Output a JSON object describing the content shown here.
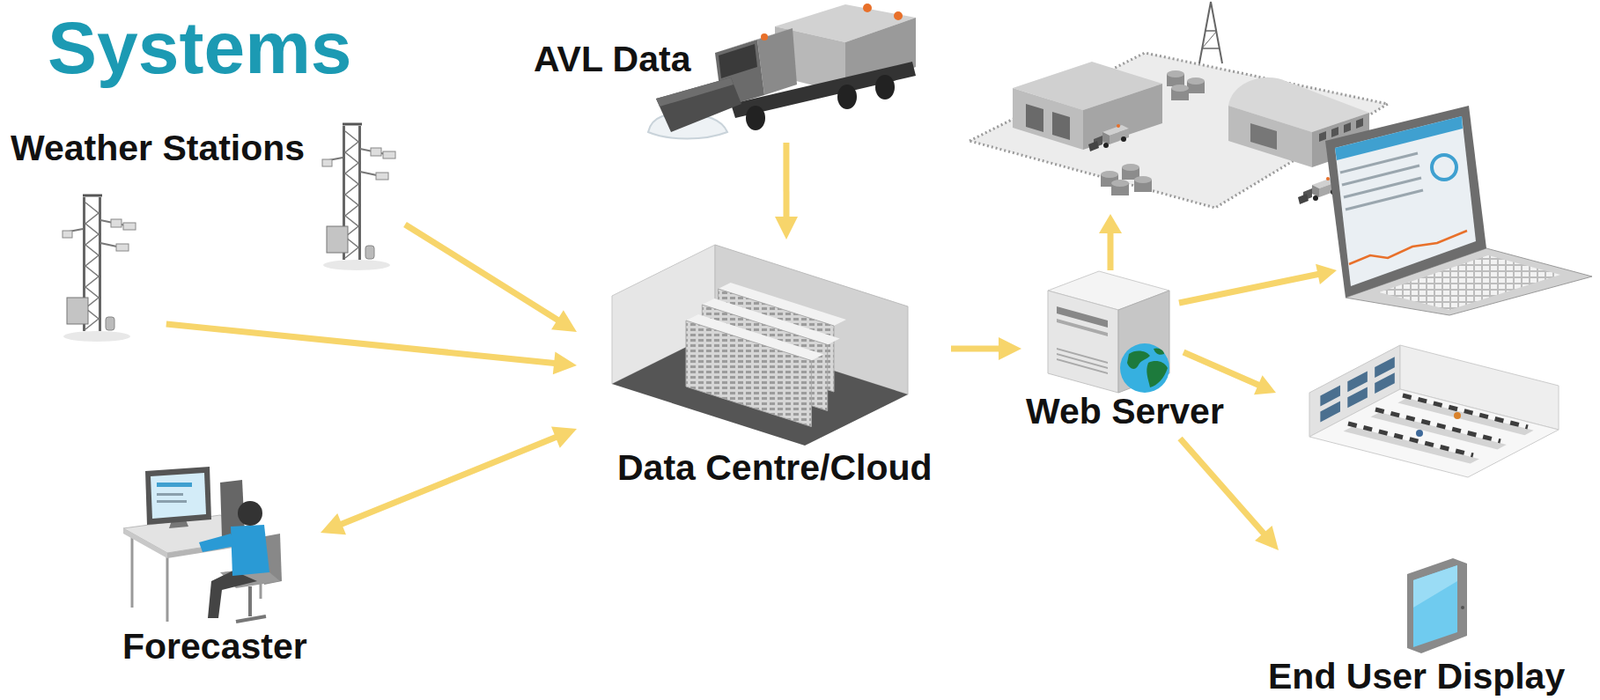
{
  "diagram": {
    "title": "Systems",
    "nodes": [
      {
        "text": [
          "Weather Stations"
        ]
      },
      {
        "text": [
          "AVL Data"
        ]
      },
      {
        "text": [
          "Data Centre/Cloud"
        ]
      },
      {
        "text": [
          "Web Server"
        ]
      },
      {
        "text": [
          "Forecaster"
        ]
      },
      {
        "text": [
          "End User Display"
        ]
      }
    ],
    "edges": [
      {
        "from": 0,
        "to": 2,
        "arrow": "to"
      },
      {
        "from": 0,
        "to": 2,
        "arrow": "to"
      },
      {
        "from": 1,
        "to": 2,
        "arrow": "to"
      },
      {
        "from": 2,
        "to": 4,
        "arrow": "both"
      },
      {
        "from": 2,
        "to": 3,
        "arrow": "to"
      },
      {
        "from": 3,
        "to": 5,
        "arrow": "to"
      }
    ]
  }
}
